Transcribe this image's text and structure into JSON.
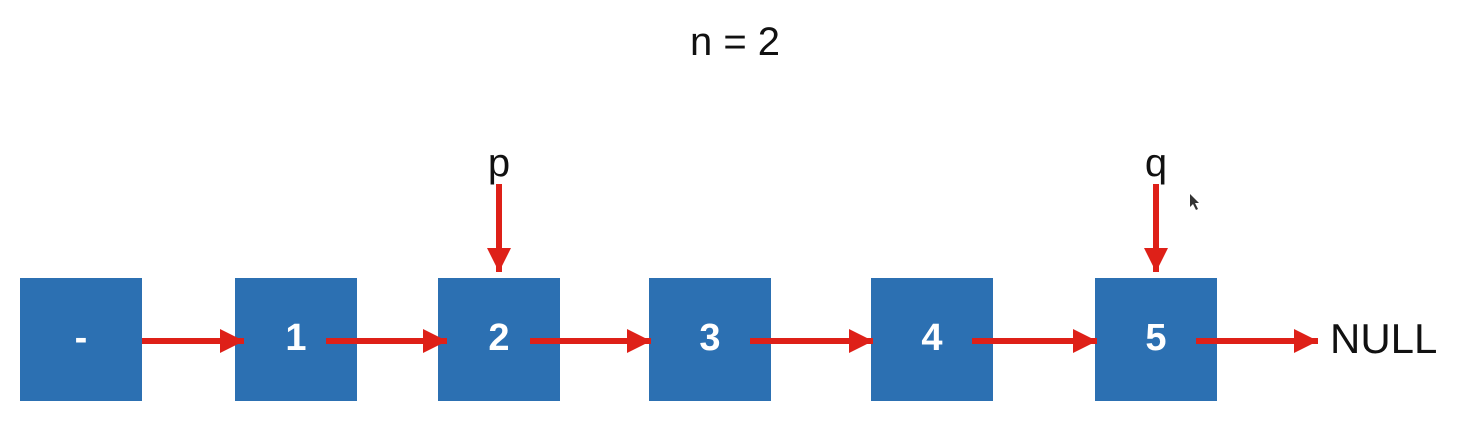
{
  "title": "n = 2",
  "nodes": [
    {
      "label": "-"
    },
    {
      "label": "1"
    },
    {
      "label": "2"
    },
    {
      "label": "3"
    },
    {
      "label": "4"
    },
    {
      "label": "5"
    }
  ],
  "pointers": [
    {
      "label": "p",
      "target_index": 2
    },
    {
      "label": "q",
      "target_index": 5
    }
  ],
  "terminal": "NULL",
  "colors": {
    "node_fill": "#2c70b2",
    "arrow": "#de2018",
    "text": "#111111",
    "node_text": "#ffffff"
  }
}
